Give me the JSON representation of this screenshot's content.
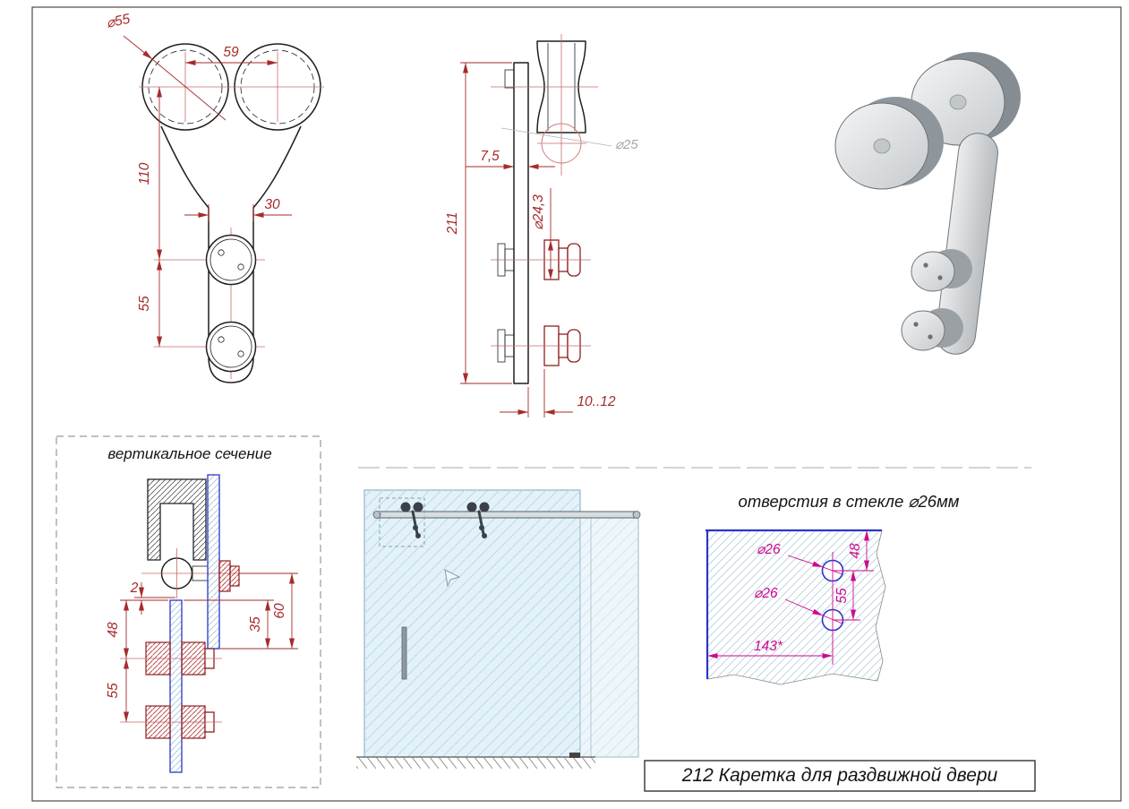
{
  "title_block": {
    "label": "212 Каретка для раздвижной двери"
  },
  "colors": {
    "outline": "#1f1f1f",
    "dimension_red": "#a62b2b",
    "clamp_red": "#8e1f1f",
    "glass_blue": "#2b35c8",
    "magenta": "#cb0a8e",
    "gray_reference": "#a9a9a9"
  },
  "front_view": {
    "dia_rollers": "⌀55",
    "roller_spacing": "59",
    "arm_length": "110",
    "arm_width": "30",
    "clamp_spacing": "55"
  },
  "side_view": {
    "plate_thickness": "7,5",
    "total_height": "211",
    "rail_dia": "⌀25",
    "clamp_dia": "⌀24,3",
    "glass_range": "10..12"
  },
  "section_view": {
    "title": "вертикальное сечение",
    "gap": "2",
    "hole_offset": "48",
    "hole_spacing": "55",
    "axis_to_glass": "35",
    "axis_to_bottom": "60"
  },
  "holes_view": {
    "title": "отверстия в стекле ⌀26мм",
    "hole_dia_top": "⌀26",
    "hole_dia_bottom": "⌀26",
    "edge_offset": "48",
    "hole_spacing": "55",
    "horizontal_offset": "143*"
  }
}
